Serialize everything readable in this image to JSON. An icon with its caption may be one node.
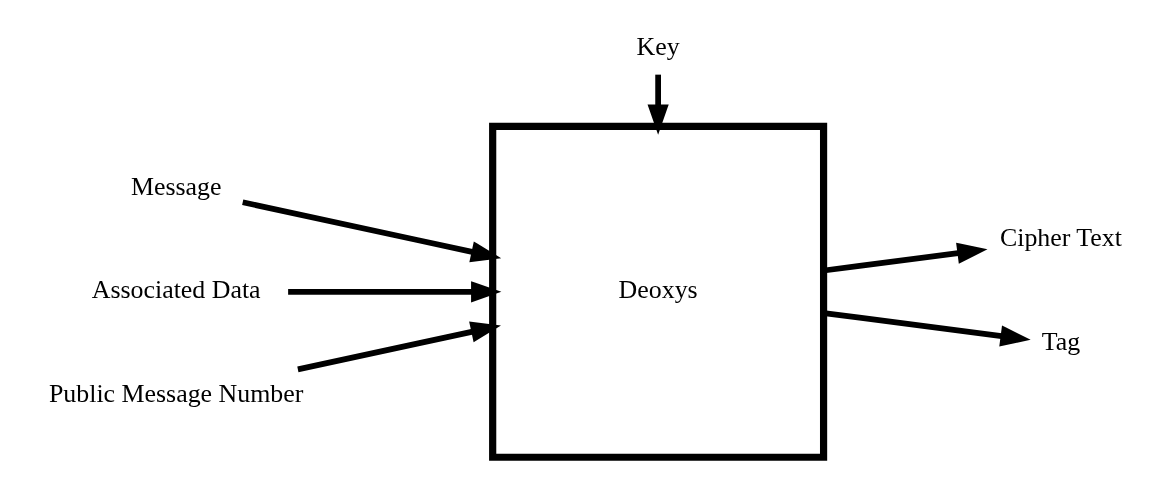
{
  "diagram": {
    "nodes": [
      {
        "text": [
          "Message"
        ]
      },
      {
        "text": [
          "Associated Data"
        ]
      },
      {
        "text": [
          "Public Message Number"
        ]
      },
      {
        "text": [
          "Deoxys"
        ]
      },
      {
        "text": [
          "Cipher Text"
        ]
      },
      {
        "text": [
          "Tag"
        ]
      },
      {
        "text": [
          "Key"
        ]
      }
    ],
    "edges": [
      {
        "from": 0,
        "to": 3,
        "arrow": "to"
      },
      {
        "from": 1,
        "to": 3,
        "arrow": "to"
      },
      {
        "from": 2,
        "to": 3,
        "arrow": "to"
      },
      {
        "from": 3,
        "to": 4,
        "arrow": "to"
      },
      {
        "from": 3,
        "to": 5,
        "arrow": "to"
      },
      {
        "from": 6,
        "to": 3,
        "arrow": "to"
      }
    ]
  }
}
